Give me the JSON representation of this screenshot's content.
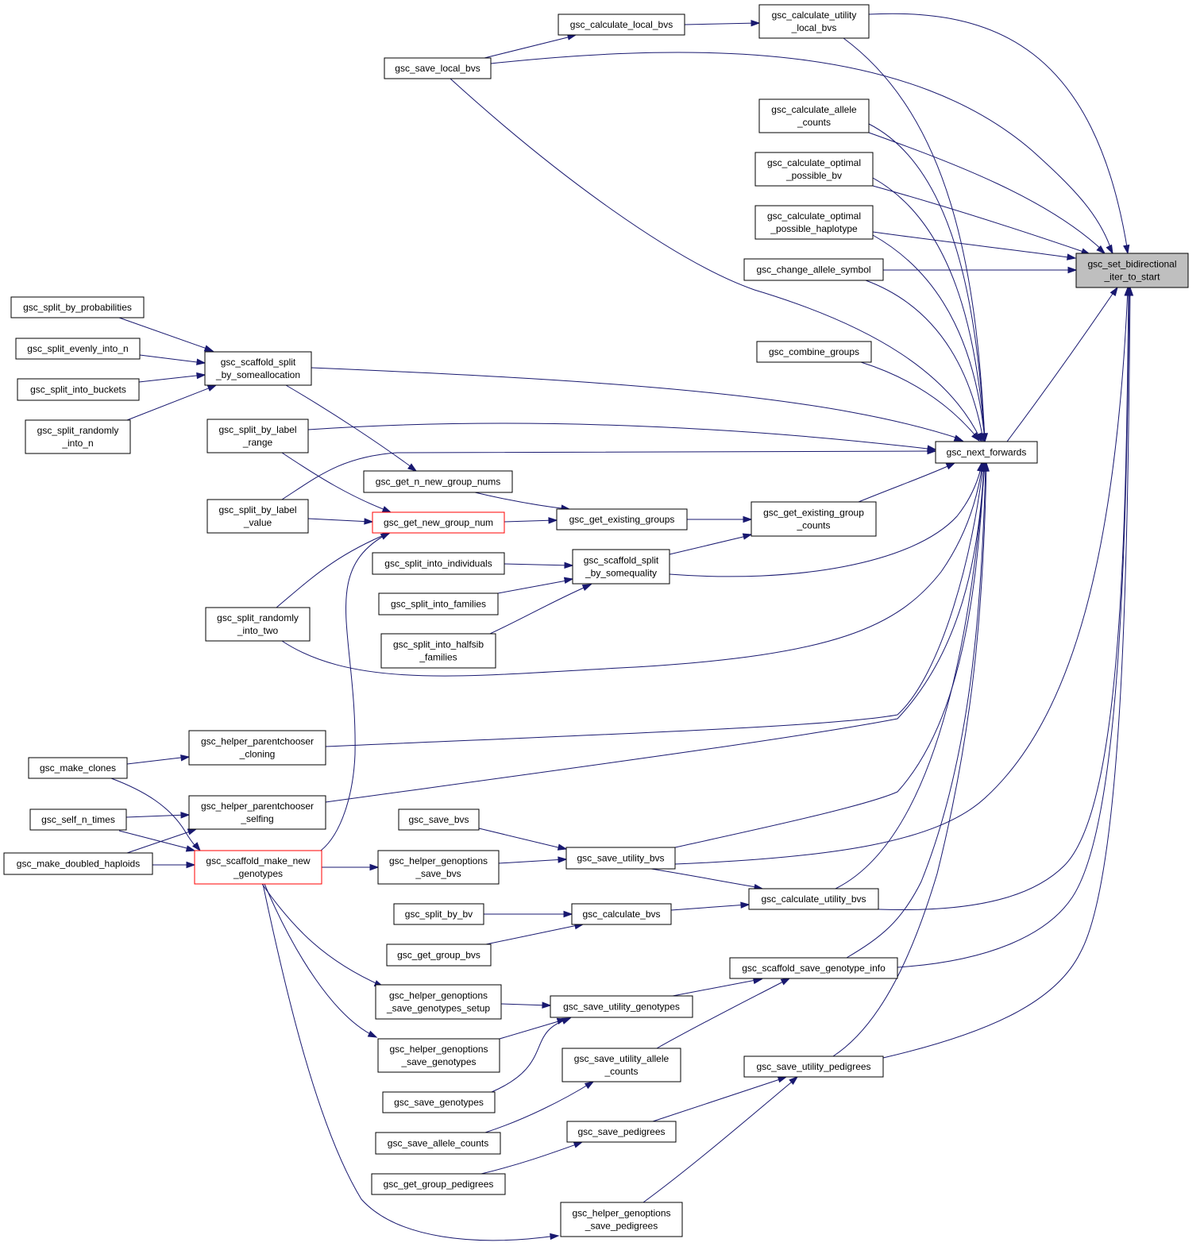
{
  "graph": {
    "title": "",
    "colors": {
      "edge": "#191970",
      "node_border": "#000000",
      "highlight_border": "#ff0000",
      "target_fill": "#bfbfbf"
    },
    "nodes": {
      "n_target": {
        "label": [
          "gsc_set_bidirectional",
          "_iter_to_start"
        ],
        "style": "target"
      },
      "n_next_forwards": {
        "label": [
          "gsc_next_forwards"
        ]
      },
      "n_calc_util_local": {
        "label": [
          "gsc_calculate_utility",
          "_local_bvs"
        ]
      },
      "n_calc_local": {
        "label": [
          "gsc_calculate_local_bvs"
        ]
      },
      "n_save_local": {
        "label": [
          "gsc_save_local_bvs"
        ]
      },
      "n_calc_allele": {
        "label": [
          "gsc_calculate_allele",
          "_counts"
        ]
      },
      "n_calc_opt_bv": {
        "label": [
          "gsc_calculate_optimal",
          "_possible_bv"
        ]
      },
      "n_calc_opt_hap": {
        "label": [
          "gsc_calculate_optimal",
          "_possible_haplotype"
        ]
      },
      "n_change_allele": {
        "label": [
          "gsc_change_allele_symbol"
        ]
      },
      "n_combine": {
        "label": [
          "gsc_combine_groups"
        ]
      },
      "n_split_prob": {
        "label": [
          "gsc_split_by_probabilities"
        ]
      },
      "n_split_evenly": {
        "label": [
          "gsc_split_evenly_into_n"
        ]
      },
      "n_split_buckets": {
        "label": [
          "gsc_split_into_buckets"
        ]
      },
      "n_split_rand_n": {
        "label": [
          "gsc_split_randomly",
          "_into_n"
        ]
      },
      "n_scaffold_alloc": {
        "label": [
          "gsc_scaffold_split",
          "_by_someallocation"
        ]
      },
      "n_split_label_range": {
        "label": [
          "gsc_split_by_label",
          "_range"
        ]
      },
      "n_get_n_new": {
        "label": [
          "gsc_get_n_new_group_nums"
        ]
      },
      "n_split_label_value": {
        "label": [
          "gsc_split_by_label",
          "_value"
        ]
      },
      "n_get_new_group": {
        "label": [
          "gsc_get_new_group_num"
        ],
        "style": "highlight"
      },
      "n_get_existing": {
        "label": [
          "gsc_get_existing_groups"
        ]
      },
      "n_get_existing_counts": {
        "label": [
          "gsc_get_existing_group",
          "_counts"
        ]
      },
      "n_split_individuals": {
        "label": [
          "gsc_split_into_individuals"
        ]
      },
      "n_scaffold_quality": {
        "label": [
          "gsc_scaffold_split",
          "_by_somequality"
        ]
      },
      "n_split_families": {
        "label": [
          "gsc_split_into_families"
        ]
      },
      "n_split_rand_two": {
        "label": [
          "gsc_split_randomly",
          "_into_two"
        ]
      },
      "n_split_halfsib": {
        "label": [
          "gsc_split_into_halfsib",
          "_families"
        ]
      },
      "n_helper_cloning": {
        "label": [
          "gsc_helper_parentchooser",
          "_cloning"
        ]
      },
      "n_make_clones": {
        "label": [
          "gsc_make_clones"
        ]
      },
      "n_helper_selfing": {
        "label": [
          "gsc_helper_parentchooser",
          "_selfing"
        ]
      },
      "n_self_n": {
        "label": [
          "gsc_self_n_times"
        ]
      },
      "n_doubled": {
        "label": [
          "gsc_make_doubled_haploids"
        ]
      },
      "n_scaffold_make": {
        "label": [
          "gsc_scaffold_make_new",
          "_genotypes"
        ],
        "style": "highlight"
      },
      "n_save_bvs": {
        "label": [
          "gsc_save_bvs"
        ]
      },
      "n_helper_save_bvs": {
        "label": [
          "gsc_helper_genoptions",
          "_save_bvs"
        ]
      },
      "n_save_util_bvs": {
        "label": [
          "gsc_save_utility_bvs"
        ]
      },
      "n_calc_util_bvs": {
        "label": [
          "gsc_calculate_utility_bvs"
        ]
      },
      "n_split_by_bv": {
        "label": [
          "gsc_split_by_bv"
        ]
      },
      "n_calc_bvs": {
        "label": [
          "gsc_calculate_bvs"
        ]
      },
      "n_get_group_bvs": {
        "label": [
          "gsc_get_group_bvs"
        ]
      },
      "n_scaffold_save_info": {
        "label": [
          "gsc_scaffold_save_genotype_info"
        ]
      },
      "n_helper_geno_setup": {
        "label": [
          "gsc_helper_genoptions",
          "_save_genotypes_setup"
        ]
      },
      "n_save_util_geno": {
        "label": [
          "gsc_save_utility_genotypes"
        ]
      },
      "n_helper_save_geno": {
        "label": [
          "gsc_helper_genoptions",
          "_save_genotypes"
        ]
      },
      "n_save_util_allele": {
        "label": [
          "gsc_save_utility_allele",
          "_counts"
        ]
      },
      "n_save_geno": {
        "label": [
          "gsc_save_genotypes"
        ]
      },
      "n_save_util_ped": {
        "label": [
          "gsc_save_utility_pedigrees"
        ]
      },
      "n_save_allele": {
        "label": [
          "gsc_save_allele_counts"
        ]
      },
      "n_save_ped": {
        "label": [
          "gsc_save_pedigrees"
        ]
      },
      "n_get_group_ped": {
        "label": [
          "gsc_get_group_pedigrees"
        ]
      },
      "n_helper_save_ped": {
        "label": [
          "gsc_helper_genoptions",
          "_save_pedigrees"
        ]
      }
    },
    "edges": [
      [
        "n_calc_util_local",
        "n_target"
      ],
      [
        "n_save_local",
        "n_target"
      ],
      [
        "n_calc_allele",
        "n_target"
      ],
      [
        "n_calc_opt_bv",
        "n_target"
      ],
      [
        "n_calc_opt_hap",
        "n_target"
      ],
      [
        "n_change_allele",
        "n_target"
      ],
      [
        "n_next_forwards",
        "n_target"
      ],
      [
        "n_save_util_bvs",
        "n_target"
      ],
      [
        "n_calc_util_bvs",
        "n_target"
      ],
      [
        "n_scaffold_save_info",
        "n_target"
      ],
      [
        "n_save_util_ped",
        "n_target"
      ],
      [
        "n_calc_local",
        "n_calc_util_local"
      ],
      [
        "n_save_local",
        "n_calc_local"
      ],
      [
        "n_calc_util_local",
        "n_next_forwards"
      ],
      [
        "n_save_local",
        "n_next_forwards"
      ],
      [
        "n_calc_allele",
        "n_next_forwards"
      ],
      [
        "n_calc_opt_bv",
        "n_next_forwards"
      ],
      [
        "n_calc_opt_hap",
        "n_next_forwards"
      ],
      [
        "n_change_allele",
        "n_next_forwards"
      ],
      [
        "n_combine",
        "n_next_forwards"
      ],
      [
        "n_scaffold_alloc",
        "n_next_forwards"
      ],
      [
        "n_split_label_range",
        "n_next_forwards"
      ],
      [
        "n_split_label_value",
        "n_next_forwards"
      ],
      [
        "n_get_existing_counts",
        "n_next_forwards"
      ],
      [
        "n_scaffold_quality",
        "n_next_forwards"
      ],
      [
        "n_split_rand_two",
        "n_next_forwards"
      ],
      [
        "n_helper_cloning",
        "n_next_forwards"
      ],
      [
        "n_helper_selfing",
        "n_next_forwards"
      ],
      [
        "n_save_util_bvs",
        "n_next_forwards"
      ],
      [
        "n_calc_util_bvs",
        "n_next_forwards"
      ],
      [
        "n_scaffold_save_info",
        "n_next_forwards"
      ],
      [
        "n_save_util_ped",
        "n_next_forwards"
      ],
      [
        "n_split_prob",
        "n_scaffold_alloc"
      ],
      [
        "n_split_evenly",
        "n_scaffold_alloc"
      ],
      [
        "n_split_buckets",
        "n_scaffold_alloc"
      ],
      [
        "n_split_rand_n",
        "n_scaffold_alloc"
      ],
      [
        "n_scaffold_alloc",
        "n_get_n_new"
      ],
      [
        "n_split_label_range",
        "n_get_new_group"
      ],
      [
        "n_split_label_value",
        "n_get_new_group"
      ],
      [
        "n_split_rand_two",
        "n_get_new_group"
      ],
      [
        "n_scaffold_make",
        "n_get_new_group"
      ],
      [
        "n_get_n_new",
        "n_get_existing"
      ],
      [
        "n_get_new_group",
        "n_get_existing"
      ],
      [
        "n_get_existing",
        "n_get_existing_counts"
      ],
      [
        "n_scaffold_quality",
        "n_get_existing_counts"
      ],
      [
        "n_split_individuals",
        "n_scaffold_quality"
      ],
      [
        "n_split_families",
        "n_scaffold_quality"
      ],
      [
        "n_split_halfsib",
        "n_scaffold_quality"
      ],
      [
        "n_make_clones",
        "n_helper_cloning"
      ],
      [
        "n_self_n",
        "n_helper_selfing"
      ],
      [
        "n_doubled",
        "n_helper_selfing"
      ],
      [
        "n_make_clones",
        "n_scaffold_make"
      ],
      [
        "n_self_n",
        "n_scaffold_make"
      ],
      [
        "n_doubled",
        "n_scaffold_make"
      ],
      [
        "n_scaffold_make",
        "n_helper_save_bvs"
      ],
      [
        "n_scaffold_make",
        "n_helper_geno_setup"
      ],
      [
        "n_scaffold_make",
        "n_helper_save_geno"
      ],
      [
        "n_scaffold_make",
        "n_helper_save_ped"
      ],
      [
        "n_save_bvs",
        "n_save_util_bvs"
      ],
      [
        "n_helper_save_bvs",
        "n_save_util_bvs"
      ],
      [
        "n_save_util_bvs",
        "n_calc_util_bvs"
      ],
      [
        "n_calc_bvs",
        "n_calc_util_bvs"
      ],
      [
        "n_split_by_bv",
        "n_calc_bvs"
      ],
      [
        "n_get_group_bvs",
        "n_calc_bvs"
      ],
      [
        "n_save_util_geno",
        "n_scaffold_save_info"
      ],
      [
        "n_save_util_allele",
        "n_scaffold_save_info"
      ],
      [
        "n_helper_geno_setup",
        "n_save_util_geno"
      ],
      [
        "n_helper_save_geno",
        "n_save_util_geno"
      ],
      [
        "n_save_geno",
        "n_save_util_geno"
      ],
      [
        "n_save_allele",
        "n_save_util_allele"
      ],
      [
        "n_save_ped",
        "n_save_util_ped"
      ],
      [
        "n_get_group_ped",
        "n_save_util_ped"
      ],
      [
        "n_helper_save_ped",
        "n_save_util_ped"
      ]
    ]
  }
}
